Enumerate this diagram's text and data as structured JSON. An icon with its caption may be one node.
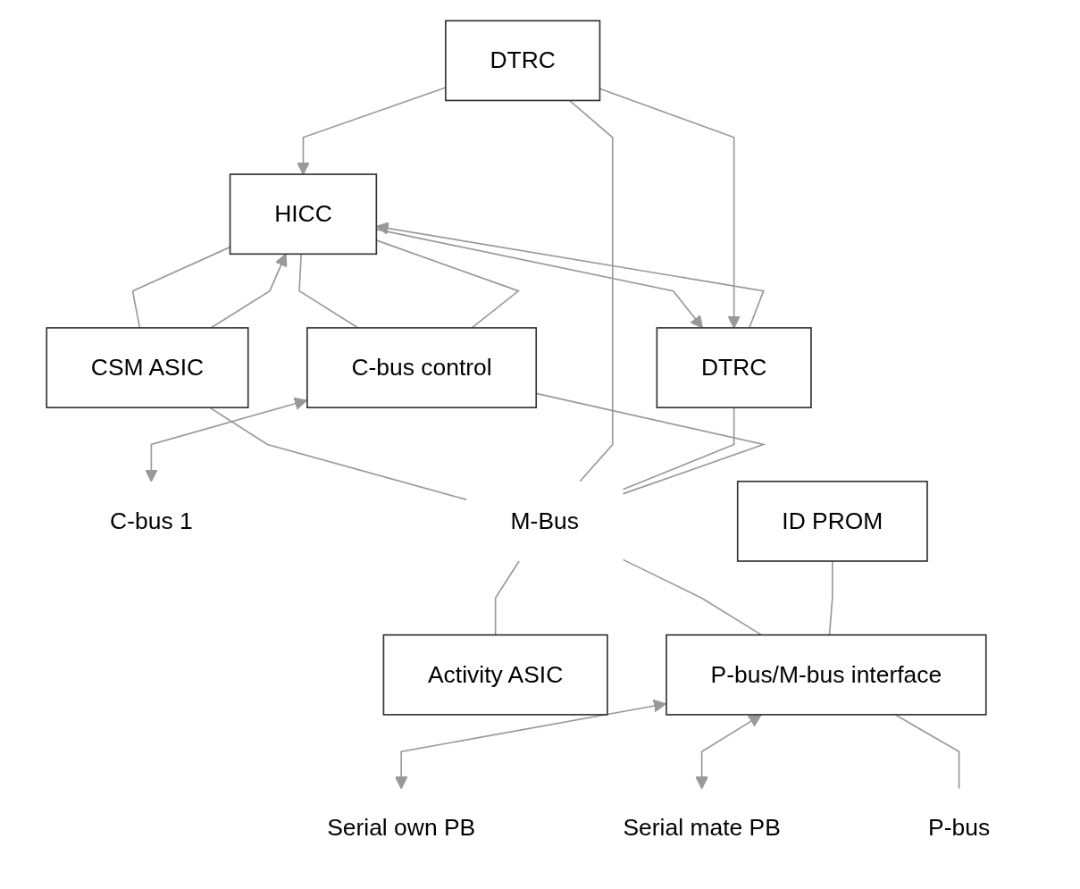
{
  "diagram": {
    "nodes": [
      {
        "text": [
          "DTRC"
        ]
      },
      {
        "text": [
          "DTRC"
        ]
      },
      {
        "text": [
          "CSM ASIC"
        ]
      },
      {
        "text": [
          "HICC"
        ]
      },
      {
        "text": [
          "C-bus control"
        ]
      },
      {
        "text": [
          "C-bus 1"
        ]
      },
      {
        "text": [
          "Activity ASIC"
        ]
      },
      {
        "text": [
          "P-bus/M-bus interface"
        ]
      },
      {
        "text": [
          "ID PROM"
        ]
      },
      {
        "text": [
          "Serial own PB"
        ]
      },
      {
        "text": [
          "Serial mate PB"
        ]
      },
      {
        "text": [
          "M-Bus"
        ]
      },
      {
        "text": [
          "P-bus"
        ]
      }
    ],
    "edges": [
      {
        "from": 0,
        "to": 3,
        "arrow": "to"
      },
      {
        "from": 1,
        "to": 3,
        "arrow": "to"
      },
      {
        "from": 2,
        "to": 3,
        "arrow": "to"
      },
      {
        "from": 3,
        "to": 1,
        "arrow": "to"
      },
      {
        "from": 0,
        "to": 1,
        "arrow": "to"
      },
      {
        "from": 3,
        "to": 2,
        "arrow": "none"
      },
      {
        "from": 2,
        "to": 11,
        "arrow": "none"
      },
      {
        "from": 0,
        "to": 11,
        "arrow": "none"
      },
      {
        "from": 1,
        "to": 11,
        "arrow": "none"
      },
      {
        "from": 3,
        "to": 4,
        "arrow": "none"
      },
      {
        "from": 3,
        "to": 4,
        "arrow": "none"
      },
      {
        "from": 4,
        "to": 5,
        "arrow": "both"
      },
      {
        "from": 4,
        "to": 11,
        "arrow": "none"
      },
      {
        "from": 11,
        "to": 6,
        "arrow": "none"
      },
      {
        "from": 11,
        "to": 7,
        "arrow": "none"
      },
      {
        "from": 8,
        "to": 7,
        "arrow": "none"
      },
      {
        "from": 7,
        "to": 9,
        "arrow": "both"
      },
      {
        "from": 7,
        "to": 10,
        "arrow": "both"
      },
      {
        "from": 7,
        "to": 12,
        "arrow": "none"
      }
    ]
  }
}
